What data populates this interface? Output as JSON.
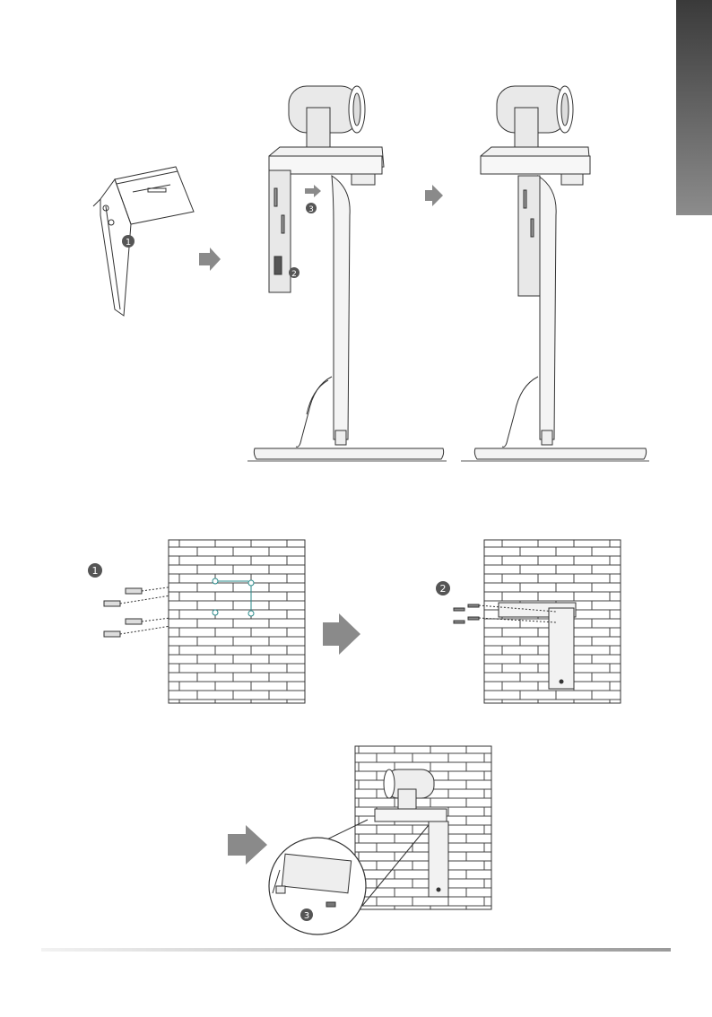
{
  "page": {
    "side_tab_color": "#6d6d6d",
    "footer_rule_color": "#9a9a9a"
  },
  "steps": {
    "top_bracket_label": "1",
    "top_slide_label": "2",
    "top_push_label": "3",
    "wall_anchors_label": "1",
    "wall_screws_label": "2",
    "final_zoom_label": "3"
  },
  "icons": {
    "arrow": "right-arrow-icon",
    "camera": "camera-icon",
    "bracket": "bracket-icon",
    "screw": "screw-icon",
    "anchor": "wall-anchor-icon"
  },
  "colors": {
    "line": "#333333",
    "arrow": "#8a8a8a",
    "step_badge": "#555555"
  }
}
